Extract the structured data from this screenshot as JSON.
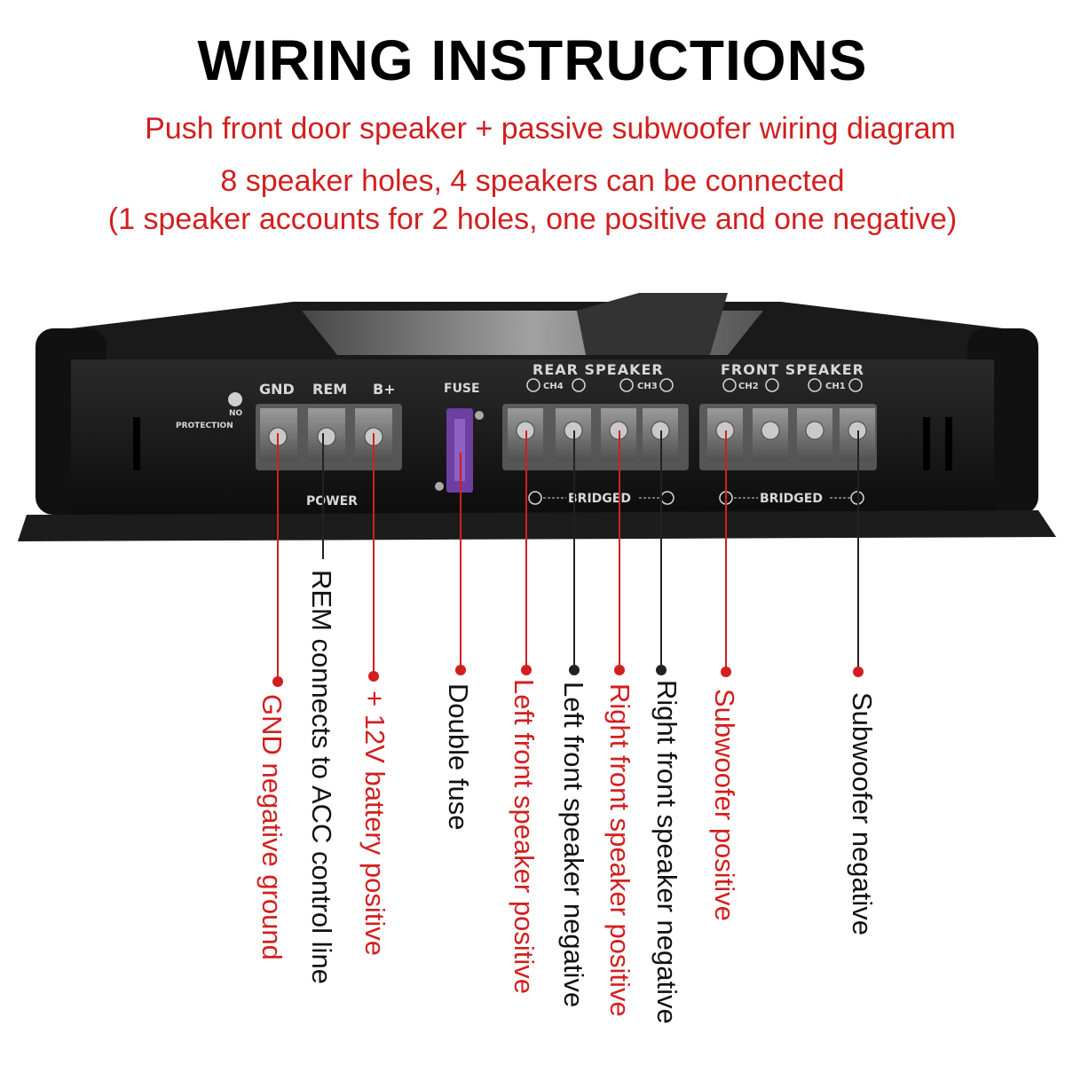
{
  "title": "WIRING INSTRUCTIONS",
  "subtitle_lines": [
    "Push front door speaker + passive subwoofer wiring diagram",
    "8 speaker holes, 4 speakers can be connected",
    "(1 speaker accounts for 2 holes, one positive and one negative)"
  ],
  "amp_panel": {
    "gnd": "GND",
    "rem": "REM",
    "bplus": "B+",
    "power": "POWER",
    "no_protection_1": "NO",
    "no_protection_2": "PROTECTION",
    "fuse": "FUSE",
    "rear_speaker": "REAR SPEAKER",
    "front_speaker": "FRONT SPEAKER",
    "ch4": "CH4",
    "ch3": "CH3",
    "ch2": "CH2",
    "ch1": "CH1",
    "bridged": "BRIDGED"
  },
  "callouts": [
    {
      "label": "GND negative ground",
      "color": "#d21f1f"
    },
    {
      "label": "REM connects to ACC control line",
      "color": "#111111"
    },
    {
      "label": "+ 12V battery positive",
      "color": "#d21f1f"
    },
    {
      "label": "Double fuse",
      "color": "#111111"
    },
    {
      "label": "Left front speaker positive",
      "color": "#d21f1f"
    },
    {
      "label": "Left front speaker negative",
      "color": "#111111"
    },
    {
      "label": "Right front speaker positive",
      "color": "#d21f1f"
    },
    {
      "label": "Right front speaker negative",
      "color": "#111111"
    },
    {
      "label": "Subwoofer positive",
      "color": "#d21f1f"
    },
    {
      "label": "Subwoofer negative",
      "color": "#111111"
    }
  ]
}
